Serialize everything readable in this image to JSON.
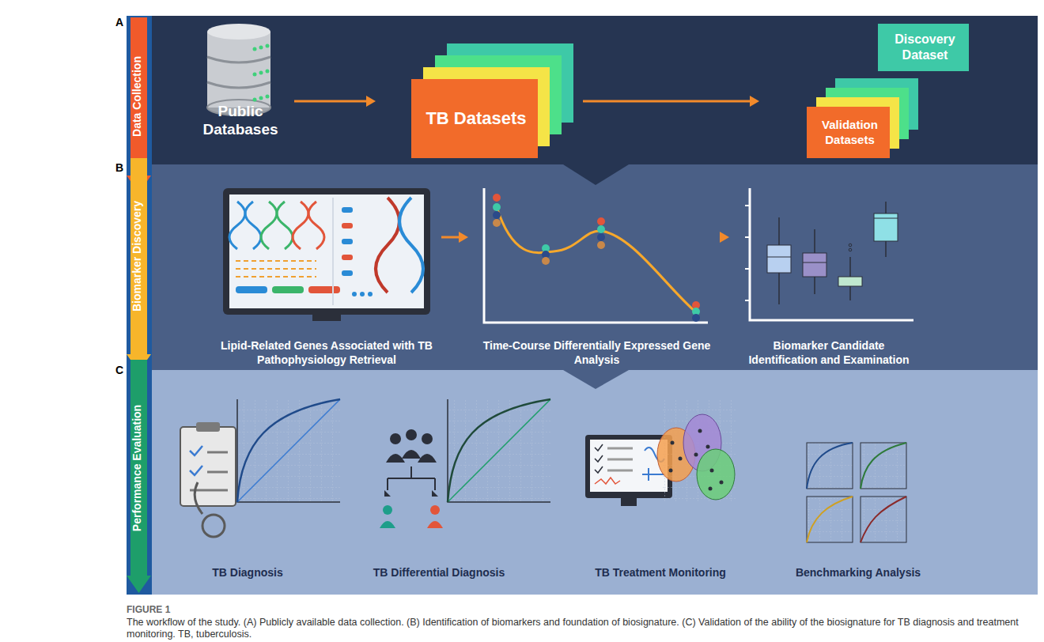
{
  "diagram": {
    "caption": "The workflow of the study. (A) Publicly available data collection. (B) Identification of biomarkers and foundation of biosignature. (C) Validation of the ability of the biosignature for TB diagnosis and treatment monitoring. TB, tuberculosis.",
    "nodes": [
      {
        "text": [
          "Data Collection"
        ]
      },
      {
        "text": [
          "Public Databases"
        ]
      },
      {
        "text": [
          "TB Datasets"
        ]
      },
      {
        "text": [
          "Discovery Dataset"
        ]
      },
      {
        "text": [
          "Validation Datasets"
        ]
      },
      {
        "text": [
          "Biomarker Discovery"
        ]
      },
      {
        "text": [
          "Lipid-Related Genes Associated with TB Pathophysiology Retrieval"
        ]
      },
      {
        "text": [
          "Time-Course Differentially Expressed Gene Analysis"
        ]
      },
      {
        "text": [
          "Biomarker Candidate Identification and Examination"
        ]
      },
      {
        "text": [
          "Performance Evaluation"
        ]
      }
    ],
    "edges": [
      {
        "from": 1,
        "to": 2,
        "arrow": "to"
      },
      {
        "from": 2,
        "to": 4,
        "arrow": "to"
      },
      {
        "from": 6,
        "to": 7,
        "arrow": "to"
      },
      {
        "from": 7,
        "to": 8,
        "arrow": "to"
      }
    ],
    "labels": [
      "A",
      "B",
      "C",
      "TB Diagnosis",
      "TB Differential Diagnosis",
      "TB Treatment Monitoring",
      "Benchmarking Analysis",
      "FIGURE 1"
    ]
  }
}
